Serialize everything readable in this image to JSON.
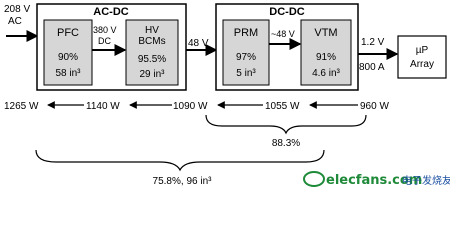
{
  "input": {
    "voltage": "208 V",
    "type": "AC"
  },
  "ac_dc": {
    "title": "AC-DC",
    "pfc": {
      "name": "PFC",
      "efficiency": "90%",
      "volume": "58 in³"
    },
    "link": {
      "voltage": "380 V",
      "type": "DC"
    },
    "hv_bcm": {
      "name": "HV",
      "name2": "BCMs",
      "efficiency": "95.5%",
      "volume": "29 in³"
    }
  },
  "bus": {
    "voltage": "48 V"
  },
  "dc_dc": {
    "title": "DC-DC",
    "prm": {
      "name": "PRM",
      "efficiency": "97%",
      "volume": "5 in³"
    },
    "link": {
      "voltage": "~48 V"
    },
    "vtm": {
      "name": "VTM",
      "efficiency": "91%",
      "volume": "4.6 in³"
    }
  },
  "output": {
    "voltage": "1.2 V",
    "current": "800 A"
  },
  "load": {
    "name": "µP",
    "name2": "Array"
  },
  "power_flow": [
    "1265 W",
    "1140 W",
    "1090 W",
    "1055 W",
    "960 W"
  ],
  "summary": {
    "dc_dc_efficiency": "88.3%",
    "total": "75.8%, 96 in³"
  },
  "watermark": {
    "site": "elecfans.com",
    "cn": "电子发烧友"
  },
  "colors": {
    "box_fill": "#d6d6d6",
    "stroke": "#000000",
    "watermark_green": "#1f8a3a",
    "watermark_blue": "#1a4fa0"
  }
}
